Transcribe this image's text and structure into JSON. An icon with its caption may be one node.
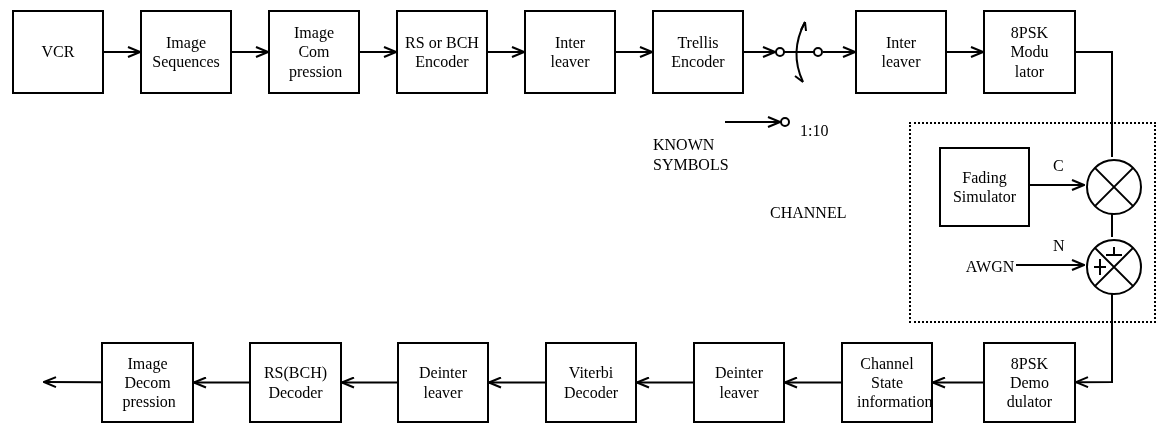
{
  "diagram": {
    "nodes": [
      {
        "text": [
          "VCR"
        ]
      },
      {
        "text": [
          "Image Sequences"
        ]
      },
      {
        "text": [
          "Image Com pression"
        ]
      },
      {
        "text": [
          "RS or BCH Encoder"
        ]
      },
      {
        "text": [
          "Inter leaver"
        ]
      },
      {
        "text": [
          "Trellis Encoder"
        ]
      },
      {
        "text": [],
        "shape": "picture"
      },
      {
        "text": [],
        "shape": "circle",
        "beside": [
          "1:10"
        ]
      },
      {
        "text": [
          "Inter leaver"
        ]
      },
      {
        "text": [
          "8PSK Modu lator"
        ]
      },
      {
        "text": [],
        "shape": "box"
      },
      {
        "text": [
          "Fading Simulator"
        ],
        "in": 10
      },
      {
        "text": [],
        "shape": "circle",
        "in": 10
      },
      {
        "text": [],
        "shape": "circle",
        "in": 10
      },
      {
        "text": [
          "AWGN"
        ],
        "in": 10
      },
      {
        "text": [
          "8PSK Demo dulator"
        ]
      },
      {
        "text": [
          "Channel State information"
        ]
      },
      {
        "text": [
          "Deinter leaver"
        ]
      },
      {
        "text": [
          "Viterbi Decoder"
        ]
      },
      {
        "text": [
          "Deinter leaver"
        ]
      },
      {
        "text": [
          "RS(BCH) Decoder"
        ]
      },
      {
        "text": [
          "Image Decom pression"
        ]
      }
    ],
    "edges": [
      {
        "from": 0,
        "to": 1,
        "arrow": "to"
      },
      {
        "from": 1,
        "to": 2,
        "arrow": "to"
      },
      {
        "from": 2,
        "to": 3,
        "arrow": "to"
      },
      {
        "from": 3,
        "to": 4,
        "arrow": "to"
      },
      {
        "from": 4,
        "to": 5,
        "arrow": "to"
      },
      {
        "from": 5,
        "to": 6,
        "arrow": "to"
      },
      {
        "from": 6,
        "to": 8,
        "arrow": "to"
      },
      {
        "from": null,
        "to": 7,
        "arrow": "to"
      },
      {
        "from": 8,
        "to": 9,
        "arrow": "to"
      },
      {
        "from": 9,
        "to": 12,
        "arrow": "none"
      },
      {
        "from": 11,
        "to": 12,
        "arrow": "to",
        "label": "C"
      },
      {
        "from": 12,
        "to": 13,
        "arrow": "none"
      },
      {
        "from": 14,
        "to": 13,
        "arrow": "to",
        "label": "N"
      },
      {
        "from": 13,
        "to": 15,
        "arrow": "to"
      },
      {
        "from": 15,
        "to": 16,
        "arrow": "to"
      },
      {
        "from": 16,
        "to": 17,
        "arrow": "to"
      },
      {
        "from": 17,
        "to": 18,
        "arrow": "to"
      },
      {
        "from": 18,
        "to": 19,
        "arrow": "to"
      },
      {
        "from": 19,
        "to": 20,
        "arrow": "to"
      },
      {
        "from": 20,
        "to": 21,
        "arrow": "to"
      },
      {
        "from": 21,
        "to": null,
        "arrow": "to"
      }
    ],
    "labels": [
      "KNOWN SYMBOLS",
      "CHANNEL"
    ]
  }
}
